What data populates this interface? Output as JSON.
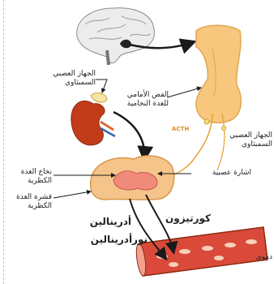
{
  "labels": {
    "sympathetic_top": [
      "الجهاز العصبي",
      "السمبثاوي"
    ],
    "anterior_pituitary": [
      "الفص الأمامي",
      "للغدة النخامية"
    ],
    "acth": "ACTH",
    "sympathetic_right": [
      "الجهاز العصبي",
      "السمبثاوي"
    ],
    "adrenal_medulla": [
      "نخاع الغدة",
      "الكظرية"
    ],
    "nerve_signal": "اشارة عصبية",
    "adrenal_cortex": [
      "قشرة الغدة",
      "الكظرية"
    ],
    "adrenaline": "أدرينالين",
    "noradrenaline": "نورأدرينالين",
    "cortisone": "كورتيزون",
    "blood_vessel": "دموي"
  },
  "colors": {
    "pituitary": "#f6c77d",
    "kidney": "#c23c1a",
    "adrenal_cortex": "#f5c48a",
    "adrenal_medulla": "#f08a7a",
    "vessel": "#d94a3a",
    "nerve": "#e9a23b",
    "arrow": "#1a1a1a"
  }
}
